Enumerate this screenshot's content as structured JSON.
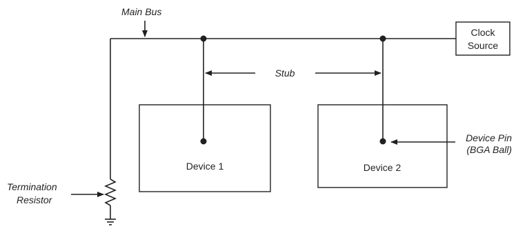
{
  "labels": {
    "main_bus": "Main Bus",
    "stub": "Stub",
    "clock_source_line1": "Clock",
    "clock_source_line2": "Source",
    "device1": "Device 1",
    "device2": "Device 2",
    "device_pin_line1": "Device Pin",
    "device_pin_line2": "(BGA Ball)",
    "termination_line1": "Termination",
    "termination_line2": "Resistor"
  },
  "colors": {
    "ink": "#231f20",
    "background": "#ffffff"
  }
}
